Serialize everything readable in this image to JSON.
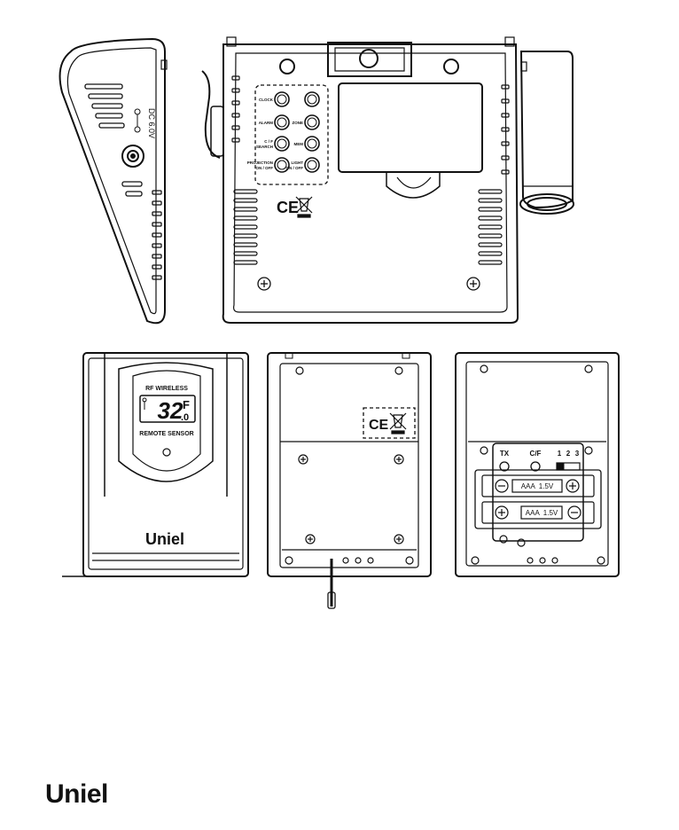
{
  "diagram": {
    "side_view": {
      "dc_label": "DC 6.0V"
    },
    "base_back": {
      "buttons": [
        {
          "label": "CLOCK"
        },
        {
          "label": "ALARM"
        },
        {
          "label": "C / F\nSEARCH"
        },
        {
          "label": "PROJECTION\nON / OFF"
        },
        {
          "label": ""
        },
        {
          "label": "ZONE"
        },
        {
          "label": "MEM"
        },
        {
          "label": "LIGHT\nON / OFF"
        }
      ],
      "ce_mark": "CE"
    },
    "sensor_front": {
      "title": "RF WIRELESS",
      "temperature": "32",
      "decimal": ".0",
      "unit": "F",
      "subtitle": "REMOTE SENSOR",
      "brand": "Uniel"
    },
    "sensor_back": {
      "ce_mark": "CE"
    },
    "sensor_open": {
      "tx_label": "TX",
      "cf_label": "C/F",
      "channel_labels": [
        "1",
        "2",
        "3"
      ],
      "battery_labels": [
        "AAA  1.5V",
        "AAA  1.5V"
      ]
    }
  },
  "footer": {
    "brand": "Uniel"
  }
}
